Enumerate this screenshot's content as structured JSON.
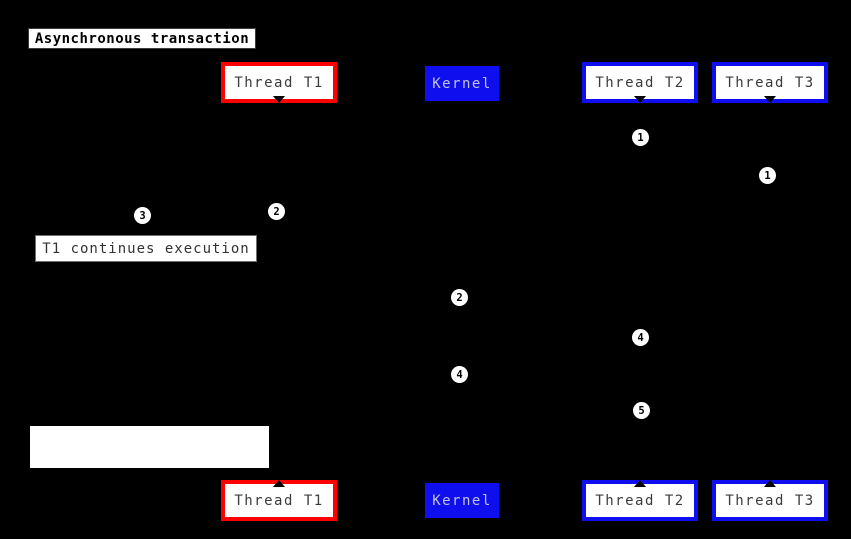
{
  "title": {
    "text": "Asynchronous transaction"
  },
  "participants": [
    {
      "label": "Thread T1",
      "accent": "red-outline"
    },
    {
      "label": "Kernel",
      "accent": "blue-filled"
    },
    {
      "label": "Thread T2",
      "accent": "blue-outline"
    },
    {
      "label": "Thread T3",
      "accent": "blue-outline"
    }
  ],
  "notes": {
    "t1_continues": "T1 continues execution",
    "blank": ""
  },
  "markers": [
    {
      "label": "1",
      "lifeline": "Thread T2"
    },
    {
      "label": "1",
      "lifeline": "Thread T3"
    },
    {
      "label": "2",
      "lifeline": "Thread T1"
    },
    {
      "label": "3",
      "lifeline": "Thread T1"
    },
    {
      "label": "2",
      "lifeline": "Kernel"
    },
    {
      "label": "4",
      "lifeline": "Thread T2"
    },
    {
      "label": "4",
      "lifeline": "Kernel"
    },
    {
      "label": "5",
      "lifeline": "Thread T2"
    }
  ],
  "colors": {
    "background": "#000000",
    "red_accent": "#fe0000",
    "blue_accent": "#0e0eee",
    "box_fill": "#ffffff",
    "box_text": "#3b3b3b",
    "kernel_text": "#c3c3dd"
  }
}
